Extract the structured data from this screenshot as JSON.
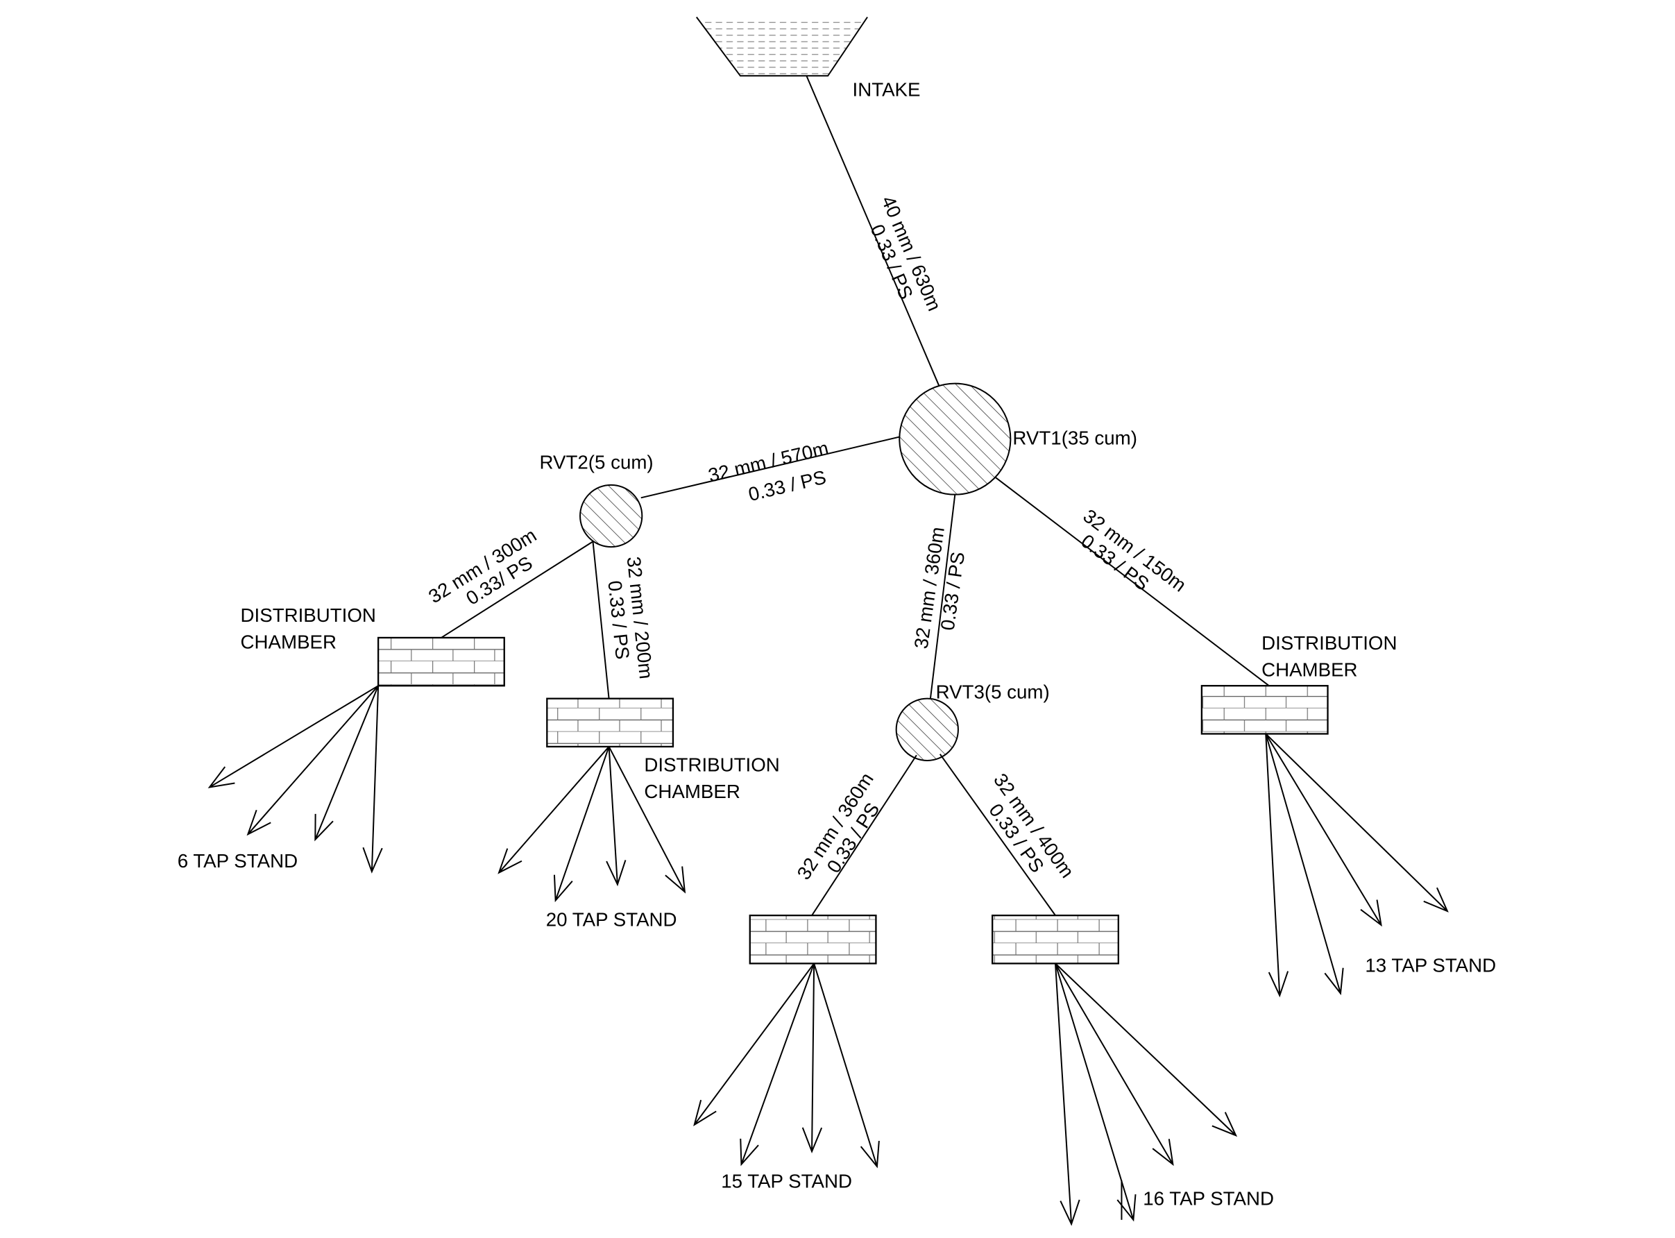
{
  "intake": {
    "label": "INTAKE"
  },
  "reservoirs": {
    "rvt1": "RVT1(35 cum)",
    "rvt2": "RVT2(5 cum)",
    "rvt3": "RVT3(5 cum)"
  },
  "pipes": {
    "intake_rvt1": {
      "size": "40 mm / 630m",
      "class": "0.33 / PS"
    },
    "rvt1_rvt2": {
      "size": "32 mm / 570m",
      "class": "0.33 / PS"
    },
    "rvt2_dc1": {
      "size": "32 mm / 300m",
      "class": "0.33/ PS"
    },
    "rvt2_dc2": {
      "size": "32 mm / 200m",
      "class": "0.33 / PS"
    },
    "rvt1_rvt3": {
      "size": "32 mm / 360m",
      "class": "0.33 / PS"
    },
    "rvt1_dc5": {
      "size": "32 mm / 150m",
      "class": "0.33 / PS"
    },
    "rvt3_dc3": {
      "size": "32 mm / 360m",
      "class": "0.33 / PS"
    },
    "rvt3_dc4": {
      "size": "32 mm / 400m",
      "class": "0.33 / PS"
    }
  },
  "chambers": {
    "line1": "DISTRIBUTION",
    "line2": "CHAMBER"
  },
  "tap_stands": {
    "dc1": "6 TAP STAND",
    "dc2": "20 TAP STAND",
    "dc3": "15 TAP STAND",
    "dc4": "16 TAP STAND",
    "dc5": "13 TAP STAND"
  }
}
